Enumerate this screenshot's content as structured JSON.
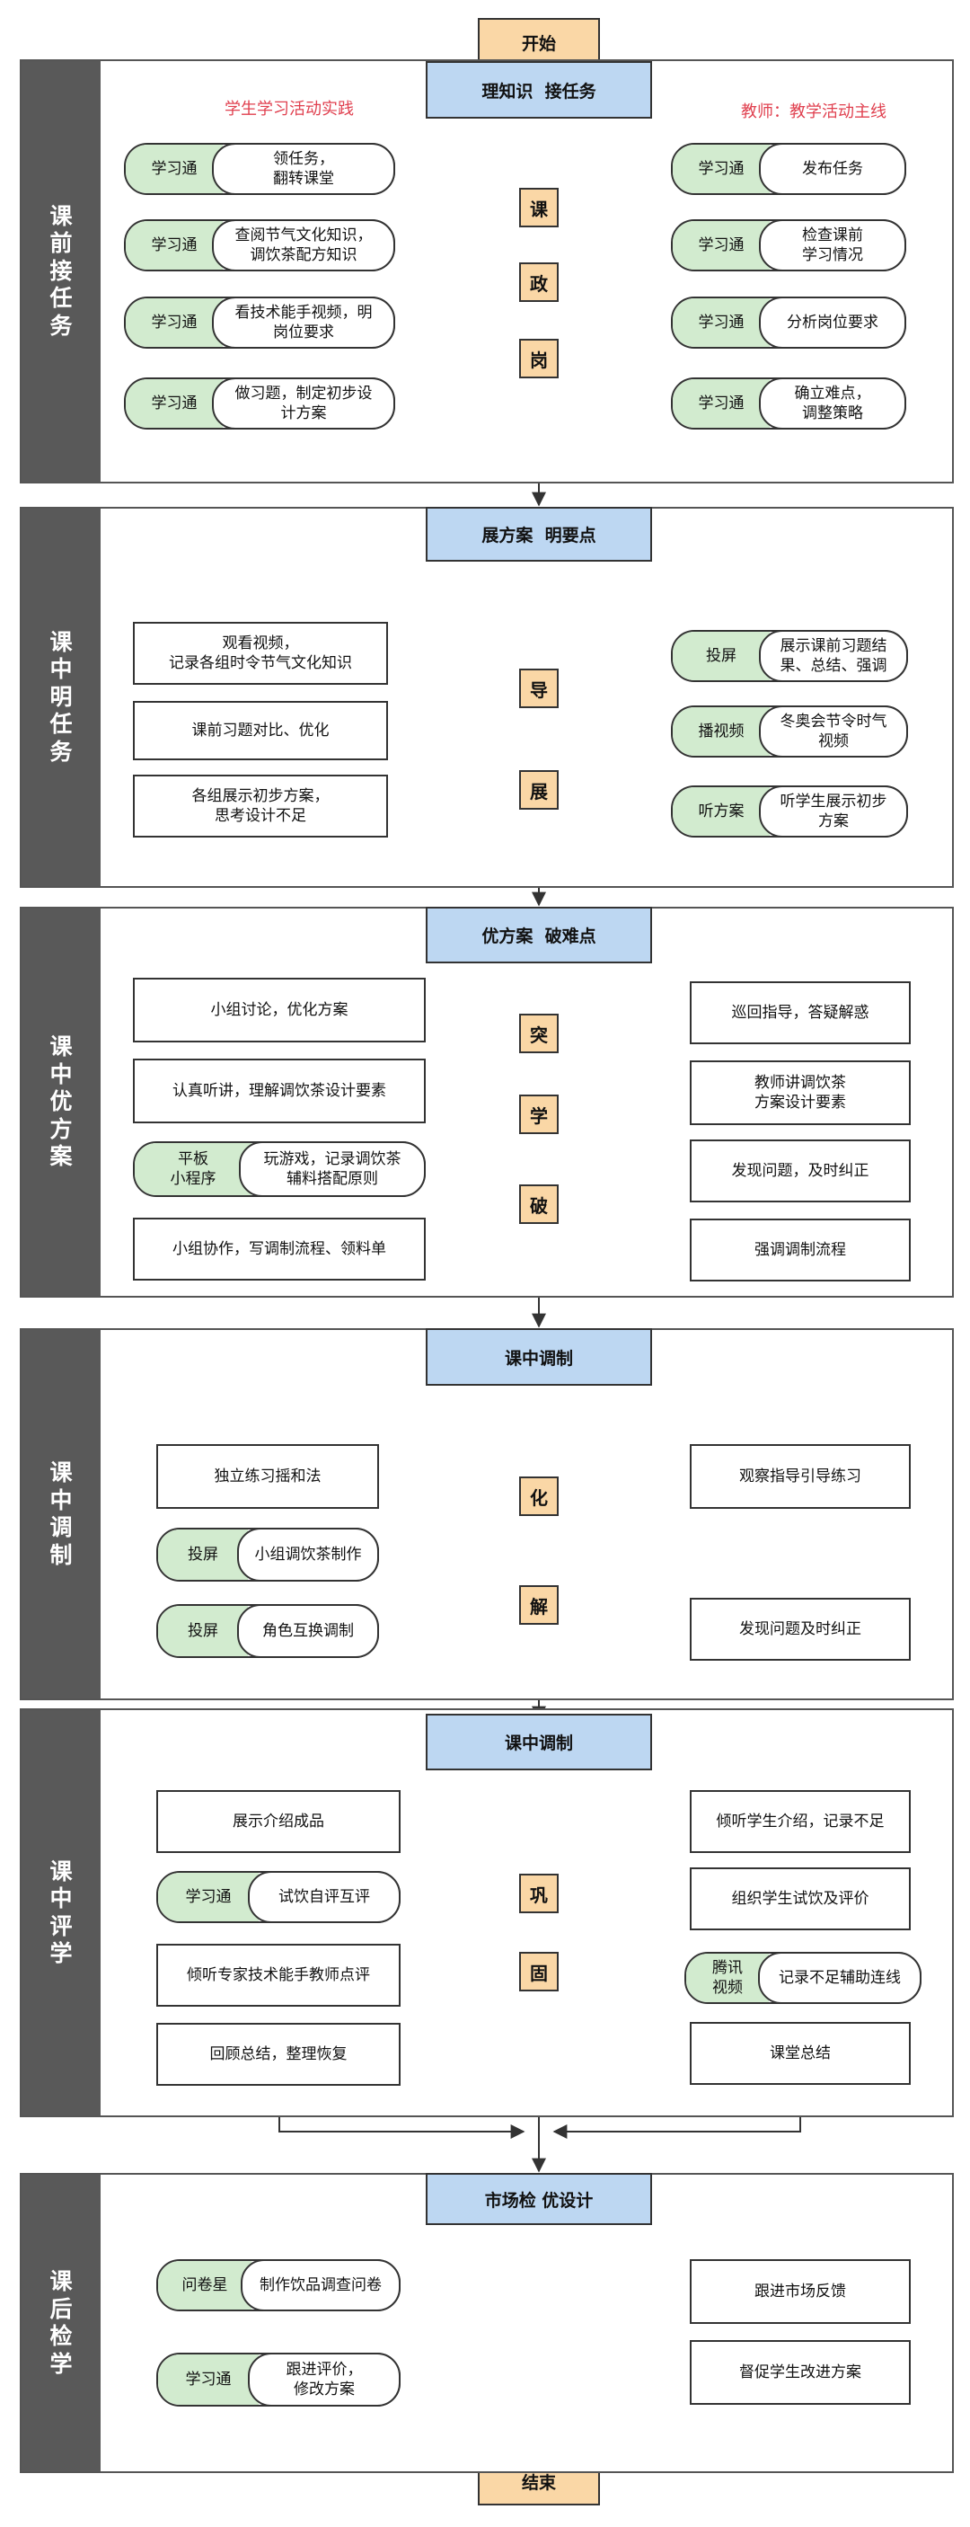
{
  "start": "开始",
  "end": "结束",
  "labels": {
    "student": "学生学习活动实践",
    "teacher": "教师：教学活动主线"
  },
  "sections": [
    {
      "band": "课前接任务",
      "header": "理知识  接任务",
      "mids": [
        "课",
        "政",
        "岗"
      ],
      "left": [
        {
          "tag": "学习通",
          "text": "领任务，\n翻转课堂"
        },
        {
          "tag": "学习通",
          "text": "查阅节气文化知识，\n调饮茶配方知识"
        },
        {
          "tag": "学习通",
          "text": "看技术能手视频，明\n岗位要求"
        },
        {
          "tag": "学习通",
          "text": "做习题，制定初步设\n计方案"
        }
      ],
      "right": [
        {
          "tag": "学习通",
          "text": "发布任务"
        },
        {
          "tag": "学习通",
          "text": "检查课前\n学习情况"
        },
        {
          "tag": "学习通",
          "text": "分析岗位要求"
        },
        {
          "tag": "学习通",
          "text": "确立难点，\n调整策略"
        }
      ]
    },
    {
      "band": "课中明任务",
      "header": "展方案  明要点",
      "mids": [
        "导",
        "展"
      ],
      "left": [
        {
          "text": "观看视频，\n记录各组时令节气文化知识"
        },
        {
          "text": "课前习题对比、优化"
        },
        {
          "text": "各组展示初步方案，\n思考设计不足"
        }
      ],
      "right": [
        {
          "tag": "投屏",
          "text": "展示课前习题结\n果、总结、强调"
        },
        {
          "tag": "播视频",
          "text": "冬奥会节令时气\n视频"
        },
        {
          "tag": "听方案",
          "text": "听学生展示初步\n方案"
        }
      ]
    },
    {
      "band": "课中优方案",
      "header": "优方案  破难点",
      "mids": [
        "突",
        "学",
        "破"
      ],
      "left": [
        {
          "text": "小组讨论，优化方案"
        },
        {
          "text": "认真听讲，理解调饮茶设计要素"
        },
        {
          "tag": "平板\n小程序",
          "text": "玩游戏，记录调饮茶\n辅料搭配原则"
        },
        {
          "text": "小组协作，写调制流程、领料单"
        }
      ],
      "right": [
        {
          "text": "巡回指导，答疑解惑"
        },
        {
          "text": "教师讲调饮茶\n方案设计要素"
        },
        {
          "text": "发现问题，及时纠正"
        },
        {
          "text": "强调调制流程"
        }
      ]
    },
    {
      "band": "课中调制",
      "header": "课中调制",
      "mids": [
        "化",
        "解"
      ],
      "left": [
        {
          "text": "独立练习摇和法"
        },
        {
          "tag": "投屏",
          "text": "小组调饮茶制作"
        },
        {
          "tag": "投屏",
          "text": "角色互换调制"
        }
      ],
      "right": [
        {
          "text": "观察指导引导练习"
        },
        {
          "text": "发现问题及时纠正"
        }
      ]
    },
    {
      "band": "课中评学",
      "header": "课中调制",
      "mids": [
        "巩",
        "固"
      ],
      "left": [
        {
          "text": "展示介绍成品"
        },
        {
          "tag": "学习通",
          "text": "试饮自评互评"
        },
        {
          "text": "倾听专家技术能手教师点评"
        },
        {
          "text": "回顾总结，整理恢复"
        }
      ],
      "right": [
        {
          "text": "倾听学生介绍，记录不足"
        },
        {
          "text": "组织学生试饮及评价"
        },
        {
          "tag": "腾讯\n视频",
          "text": "记录不足辅助连线"
        },
        {
          "text": "课堂总结"
        }
      ]
    },
    {
      "band": "课后检学",
      "header": "市场检 优设计",
      "mids": [],
      "left": [
        {
          "tag": "问卷星",
          "text": "制作饮品调查问卷"
        },
        {
          "tag": "学习通",
          "text": "跟进评价，\n修改方案"
        }
      ],
      "right": [
        {
          "text": "跟进市场反馈"
        },
        {
          "text": "督促学生改进方案"
        }
      ]
    }
  ]
}
